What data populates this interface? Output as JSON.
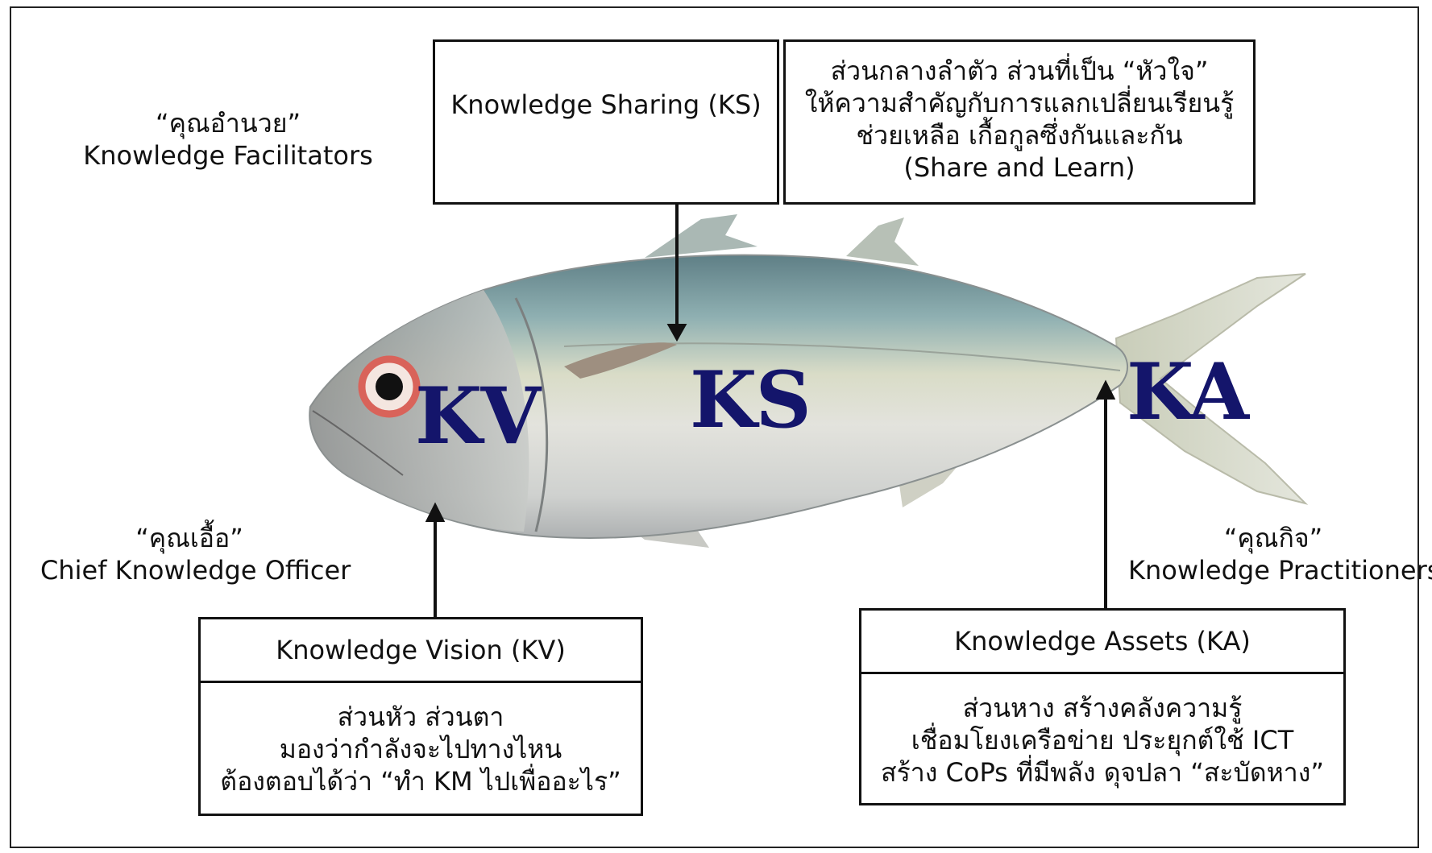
{
  "facilitators": {
    "thai": "“คุณอำนวย”",
    "english": "Knowledge Facilitators"
  },
  "cko": {
    "thai": "“คุณเอื้อ”",
    "english": "Chief Knowledge Officer"
  },
  "practitioners": {
    "thai": "“คุณกิจ”",
    "english": "Knowledge Practitioners"
  },
  "ks_box": {
    "title": "Knowledge Sharing (KS)"
  },
  "ks_desc": {
    "lines": [
      "ส่วนกลางลำตัว ส่วนที่เป็น “หัวใจ”",
      "ให้ความสำคัญกับการแลกเปลี่ยนเรียนรู้",
      "ช่วยเหลือ เกื้อกูลซึ่งกันและกัน",
      "(Share and Learn)"
    ]
  },
  "kv_box": {
    "title": "Knowledge Vision (KV)",
    "lines": [
      "ส่วนหัว ส่วนตา",
      "มองว่ากำลังจะไปทางไหน",
      "ต้องตอบได้ว่า “ทำ KM ไปเพื่ออะไร”"
    ]
  },
  "ka_box": {
    "title": "Knowledge Assets (KA)",
    "lines": [
      "ส่วนหาง สร้างคลังความรู้",
      "เชื่อมโยงเครือข่าย ประยุกต์ใช้ ICT",
      "สร้าง CoPs ที่มีพลัง ดุจปลา “สะบัดหาง”"
    ]
  },
  "fish_labels": {
    "kv": "KV",
    "ks": "KS",
    "ka": "KA"
  },
  "colors": {
    "tag": "#14156b",
    "border": "#111111"
  }
}
